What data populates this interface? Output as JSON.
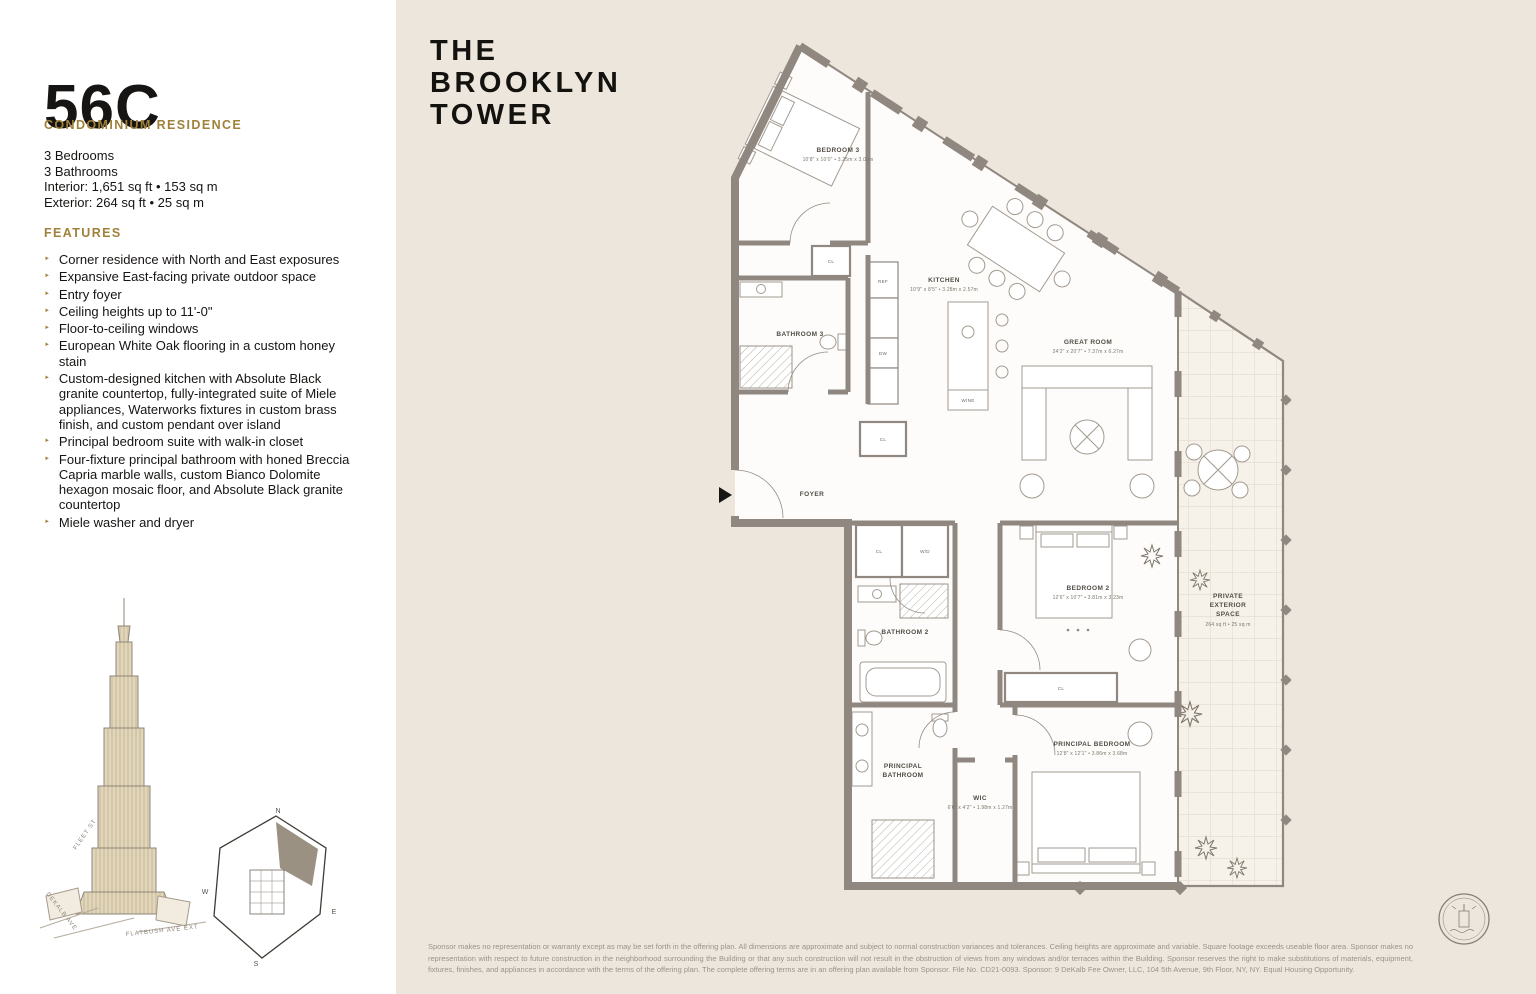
{
  "left_panel": {
    "unit": "56C",
    "residence_type": "CONDOMINIUM RESIDENCE",
    "bullet": "‣",
    "specs": [
      "3 Bedrooms",
      "3 Bathrooms",
      "Interior: 1,651 sq ft • 153 sq m",
      "Exterior: 264 sq ft • 25 sq m"
    ],
    "features_title": "FEATURES",
    "features": [
      "Corner residence with North and East exposures",
      "Expansive East-facing private outdoor space",
      "Entry foyer",
      "Ceiling heights up to 11'-0\"",
      "Floor-to-ceiling windows",
      "European White Oak flooring in a custom honey stain",
      "Custom-designed kitchen with Absolute Black granite countertop, fully-integrated suite of Miele appliances, Waterworks fixtures in custom brass finish, and custom pendant over island",
      "Principal bedroom suite with walk-in closet",
      "Four-fixture principal bathroom with honed Breccia Capria marble walls, custom Bianco Dolomite hexagon mosaic floor, and Absolute Black granite countertop",
      "Miele washer and dryer"
    ],
    "map_labels": {
      "fleet": "FLEET ST",
      "dekalb": "DEKALB AVE",
      "flatbush": "FLATBUSH AVE EXT"
    },
    "keyplan": {
      "n": "N",
      "e": "E",
      "s": "S",
      "w": "W"
    }
  },
  "brand": {
    "name": "THE\nBROOKLYN\nTOWER"
  },
  "floorplan": {
    "rooms": [
      {
        "name": "BEDROOM 3",
        "dims": "10'8\" x 10'0\" • 3.25m x 3.05m"
      },
      {
        "name": "KITCHEN",
        "dims": "10'9\" x 8'5\" • 3.28m x 2.57m"
      },
      {
        "name": "GREAT ROOM",
        "dims": "24'2\" x 20'7\" • 7.37m x 6.27m"
      },
      {
        "name": "BATHROOM 3"
      },
      {
        "name": "FOYER"
      },
      {
        "name": "BEDROOM 2",
        "dims": "12'6\" x 10'7\" • 3.81m x 3.23m"
      },
      {
        "name": "BATHROOM 2"
      },
      {
        "name": "PRINCIPAL BATHROOM",
        "lines": [
          "PRINCIPAL",
          "BATHROOM"
        ]
      },
      {
        "name": "WIC",
        "dims": "6'6\" x 4'2\" • 1.98m x 1.27m"
      },
      {
        "name": "PRINCIPAL BEDROOM",
        "dims": "12'8\" x 12'1\" • 3.86m x 3.68m"
      },
      {
        "name": "PRIVATE EXTERIOR SPACE",
        "lines": [
          "PRIVATE",
          "EXTERIOR",
          "SPACE"
        ],
        "dims": "264 sq ft • 25 sq m"
      }
    ],
    "labels": {
      "cl": "CL",
      "wd": "W/D",
      "ref": "REF",
      "dw": "DW",
      "wine": "WINE"
    }
  },
  "disclaimer": "Sponsor makes no representation or warranty except as may be set forth in the offering plan. All dimensions are approximate and subject to normal construction variances and tolerances. Ceiling heights are approximate and variable. Square footage exceeds useable floor area. Sponsor makes no representation with respect to future construction in the neighborhood surrounding the Building or that any such construction will not result in the obstruction of views from any windows and/or terraces within the Building. Sponsor reserves the right to make substitutions of materials, equipment, fixtures, finishes, and appliances in accordance with the terms of the offering plan. The complete offering terms are in an offering plan available from Sponsor. File No. CD21-0093. Sponsor: 9 DeKalb Fee Owner, LLC, 104 5th Avenue, 9th Floor, NY, NY. Equal Housing Opportunity."
}
